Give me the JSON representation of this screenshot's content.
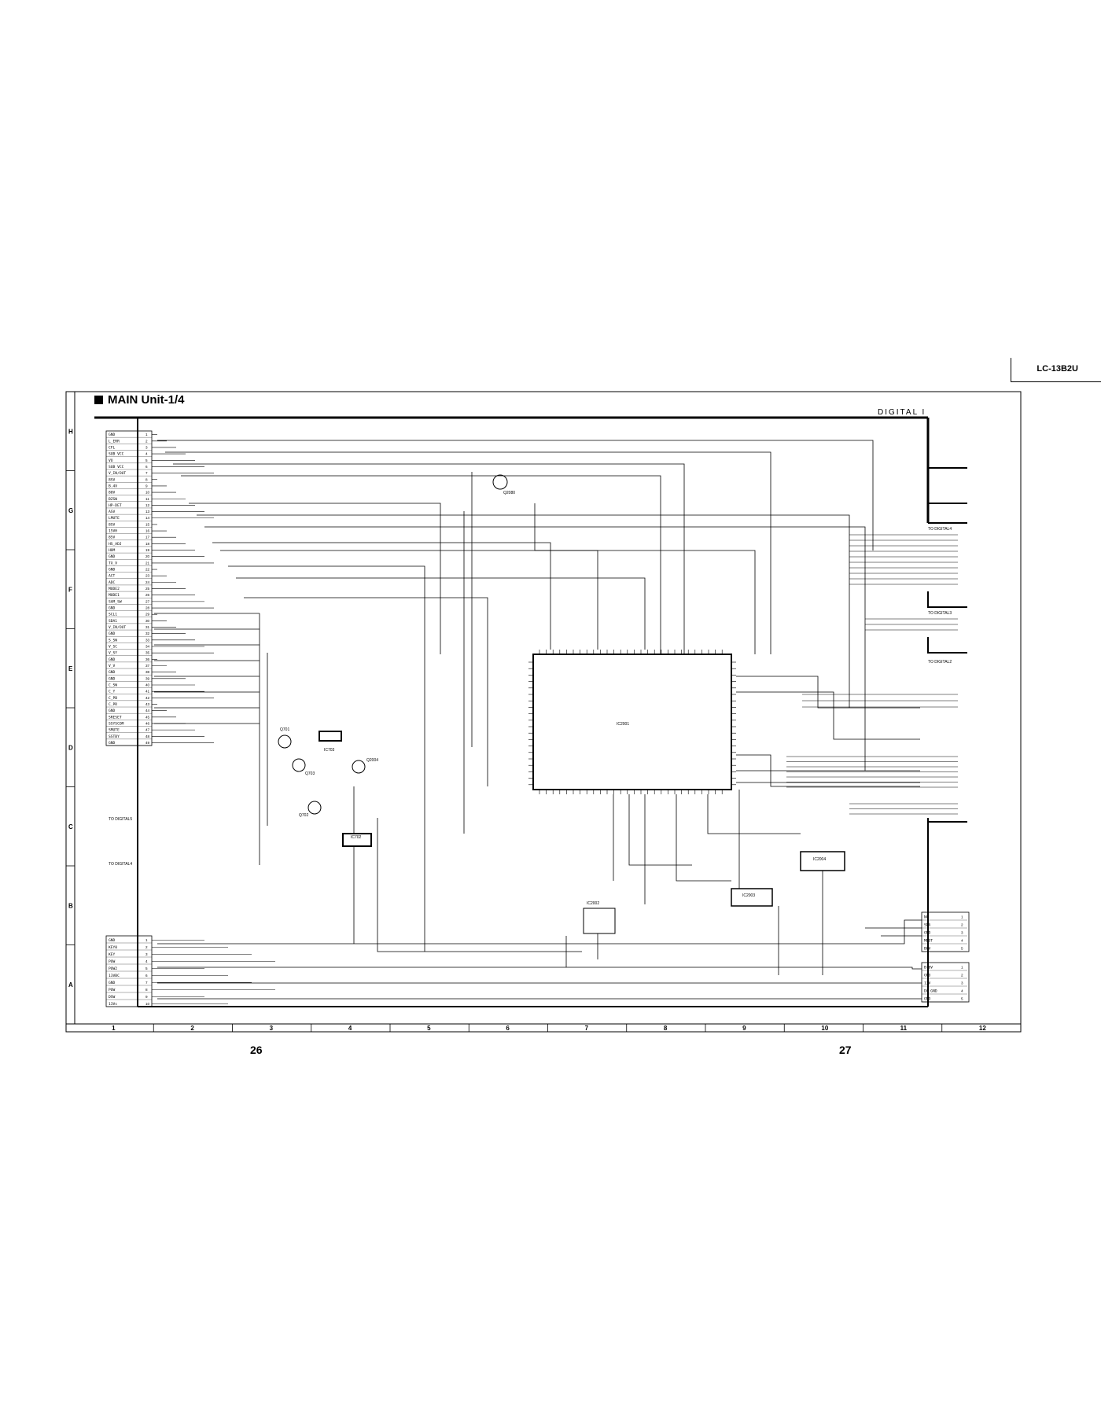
{
  "header": {
    "model": "LC-13B2U"
  },
  "title": "MAIN Unit-1/4",
  "section_label": "DIGITAL I",
  "grid": {
    "rows": [
      "H",
      "G",
      "F",
      "E",
      "D",
      "C",
      "B",
      "A"
    ],
    "cols": [
      "1",
      "2",
      "3",
      "4",
      "5",
      "6",
      "7",
      "8",
      "9",
      "10",
      "11",
      "12"
    ]
  },
  "page_numbers": {
    "left": "26",
    "right": "27"
  },
  "connector_main": {
    "pins": [
      "GND",
      "L_ERR",
      "CFL",
      "SUB VCC",
      "VO",
      "SUB VCC",
      "V_IN/OUT",
      "8SV",
      "B.4V",
      "80V",
      "BZSW",
      "HP-DET",
      "ASV",
      "LMUTE",
      "8SV",
      "15VH",
      "85V",
      "HS_ADJ",
      "HOM",
      "GND",
      "TX_V",
      "GND",
      "ACT",
      "ADC",
      "MODE2",
      "MODE1",
      "SAM_SW",
      "GND",
      "SCL1",
      "SDA1",
      "V_IN/OUT",
      "GND",
      "S_SW",
      "V_SC",
      "V_SY",
      "GND",
      "V_V",
      "GND",
      "GND",
      "C_SW",
      "C_Y",
      "C_PB",
      "C_PR",
      "GND",
      "SRESET",
      "SSYSCOM",
      "SMUTE",
      "SSTBY",
      "GND"
    ]
  },
  "connector_key": {
    "pins": [
      "GND",
      "KEY0",
      "KEY",
      "POW",
      "POW2",
      "13VBC",
      "GND",
      "POW",
      "DSW",
      "13Vs"
    ]
  },
  "connector_p2005": {
    "pins": [
      "NC",
      "SDA",
      "GND",
      "MBOT",
      "B8V"
    ]
  },
  "connector_p2006": {
    "pins": [
      "B+8V",
      "GND",
      "13V",
      "DC_GND",
      "GND"
    ]
  },
  "ics": {
    "main": "IC2001",
    "q2080": "Q2080",
    "q701": "Q701",
    "q702": "Q702",
    "q703": "Q703",
    "q2004": "Q2004",
    "ic703": "IC703",
    "ic702": "IC702",
    "ic2002": "IC2002",
    "ic2003": "IC2003",
    "ic2004": "IC2004"
  },
  "net_labels": {
    "to_digital_4": "TO DIGITAL4",
    "to_digital_3": "TO DIGITAL3",
    "to_digital_2": "TO DIGITAL2",
    "to_digital_5": "TO DIGITAL5",
    "to_digital_left": "TO DIGITAL4"
  }
}
